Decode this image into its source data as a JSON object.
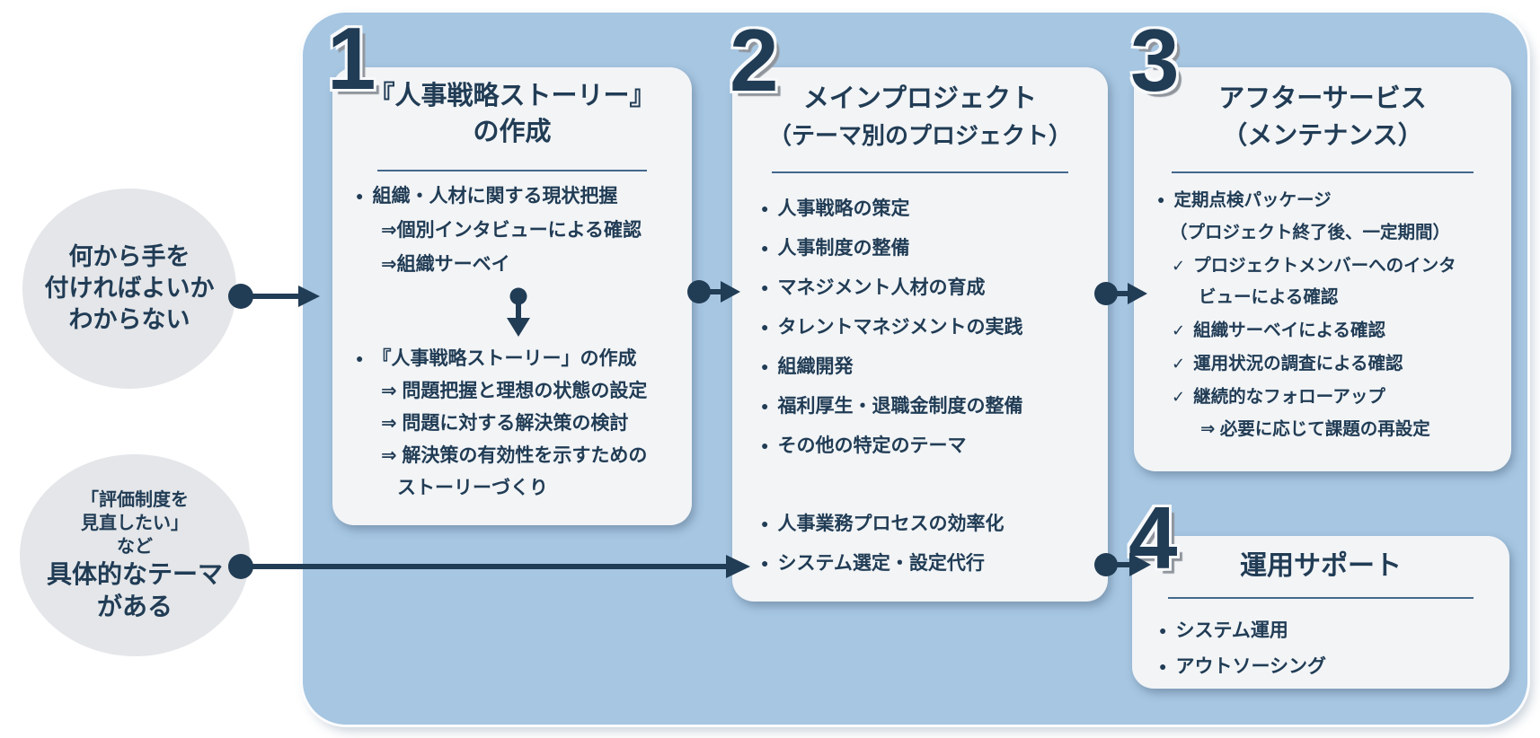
{
  "glyphs": {
    "bullet": "●",
    "check": "✓"
  },
  "colors": {
    "panel_bg": "#a6c6e2",
    "card_bg": "#f2f4f6",
    "bubble_bg": "#e4e6e9",
    "ink": "#213c55",
    "number_shadow": "#90959c"
  },
  "bubble1": {
    "line1": "何から手を",
    "line2": "付ければよいか",
    "line3": "わからない"
  },
  "bubble2": {
    "small1": "「評価制度を",
    "small2": "見直したい」",
    "small3": "など",
    "bold1": "具体的なテーマ",
    "bold2": "がある"
  },
  "step1": {
    "number": "1",
    "title1": "『人事戦略ストーリー』",
    "title2": "の作成",
    "bullet1": "組織・人材に関する現状把握",
    "sub1a": "⇒個別インタビューによる確認",
    "sub1b": "⇒組織サーベイ",
    "bullet2": "『人事戦略ストーリー」の作成",
    "sub2a": "⇒ 問題把握と理想の状態の設定",
    "sub2b": "⇒ 問題に対する解決策の検討",
    "sub2c": "⇒ 解決策の有効性を示すための",
    "sub2d": "ストーリーづくり"
  },
  "step2": {
    "number": "2",
    "title1": "メインプロジェクト",
    "title2": "（テーマ別のプロジェクト）",
    "bullets": [
      "人事戦略の策定",
      "人事制度の整備",
      "マネジメント人材の育成",
      "タレントマネジメントの実践",
      "組織開発",
      "福利厚生・退職金制度の整備",
      "その他の特定のテーマ"
    ],
    "bullets_lower": [
      "人事業務プロセスの効率化",
      "システム選定・設定代行"
    ]
  },
  "step3": {
    "number": "3",
    "title1": "アフターサービス",
    "title2": "（メンテナンス）",
    "bullet": "定期点検パッケージ",
    "note": "（プロジェクト終了後、一定期間）",
    "check1a": "プロジェクトメンバーへのインタ",
    "check1b": "ビューによる確認",
    "check2": "組織サーベイによる確認",
    "check3": "運用状況の調査による確認",
    "check4": "継続的なフォローアップ",
    "check4_sub": "⇒ 必要に応じて課題の再設定"
  },
  "step4": {
    "number": "4",
    "title": "運用サポート",
    "bullets": [
      "システム運用",
      "アウトソーシング"
    ]
  }
}
